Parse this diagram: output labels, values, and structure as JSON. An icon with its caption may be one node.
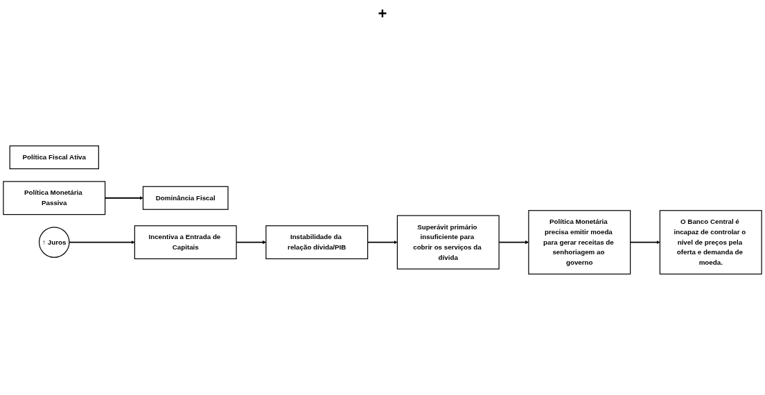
{
  "diagram": {
    "nodes": [
      {
        "text": [
          "Política Fiscal Ativa"
        ]
      },
      {
        "text": [
          "Política Monetária Passiva"
        ]
      },
      {
        "text": [
          "Dominância Fiscal"
        ]
      },
      {
        "text": [
          "↑ Juros"
        ]
      },
      {
        "text": [
          "Incentiva a Entrada de Capitais"
        ]
      },
      {
        "text": [
          "Instabilidade da relação dívida/PIB"
        ]
      },
      {
        "text": [
          "Superávit primário insuficiente para cobrir os serviços da dívida"
        ]
      },
      {
        "text": [
          "Política Monetária precisa emitir moeda para gerar receitas de senhoriagem ao governo"
        ]
      },
      {
        "text": [
          "O Banco Central é incapaz de controlar o nível de preços pela oferta e demanda de moeda."
        ]
      }
    ],
    "edges": [
      {
        "from": 1,
        "to": 2,
        "arrow": "to"
      },
      {
        "from": 3,
        "to": 4,
        "arrow": "to"
      },
      {
        "from": 4,
        "to": 5,
        "arrow": "to"
      },
      {
        "from": 5,
        "to": 6,
        "arrow": "to"
      },
      {
        "from": 6,
        "to": 7,
        "arrow": "to"
      },
      {
        "from": 7,
        "to": 8,
        "arrow": "to"
      }
    ],
    "labels": [
      "+"
    ]
  }
}
